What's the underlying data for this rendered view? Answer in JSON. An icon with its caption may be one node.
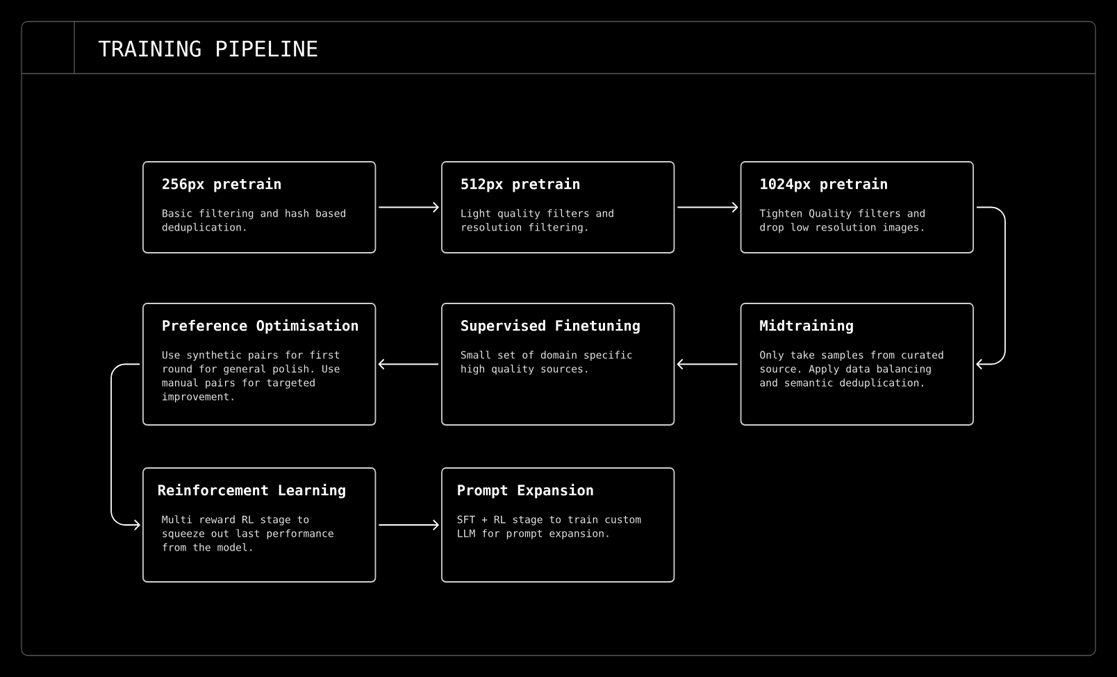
{
  "diagram": {
    "title": "TRAINING PIPELINE",
    "nodes": [
      {
        "text": [
          "256px pretrain",
          "Basic filtering and hash based deduplication."
        ]
      },
      {
        "text": [
          "512px pretrain",
          "Light quality filters and resolution filtering."
        ]
      },
      {
        "text": [
          "1024px pretrain",
          "Tighten Quality filters and drop low resolution images."
        ]
      },
      {
        "text": [
          "Preference Optimisation",
          "Use synthetic pairs for first round for general polish. Use manual pairs for targeted improvement."
        ]
      },
      {
        "text": [
          "Supervised Finetuning",
          "Small set of domain specific high quality sources."
        ]
      },
      {
        "text": [
          "Midtraining",
          "Only take samples from curated source. Apply data balancing and semantic deduplication."
        ]
      },
      {
        "text": [
          "Reinforcement Learning",
          "Multi reward RL stage to squeeze out last performance from the model."
        ]
      },
      {
        "text": [
          "Prompt Expansion",
          "SFT + RL stage to train custom LLM for prompt expansion."
        ]
      }
    ],
    "edges": [
      {
        "from": 0,
        "to": 1,
        "arrow": "to"
      },
      {
        "from": 1,
        "to": 2,
        "arrow": "to"
      },
      {
        "from": 2,
        "to": 5,
        "arrow": "to"
      },
      {
        "from": 5,
        "to": 4,
        "arrow": "to"
      },
      {
        "from": 4,
        "to": 3,
        "arrow": "to"
      },
      {
        "from": 3,
        "to": 6,
        "arrow": "to"
      },
      {
        "from": 6,
        "to": 7,
        "arrow": "to"
      }
    ]
  }
}
